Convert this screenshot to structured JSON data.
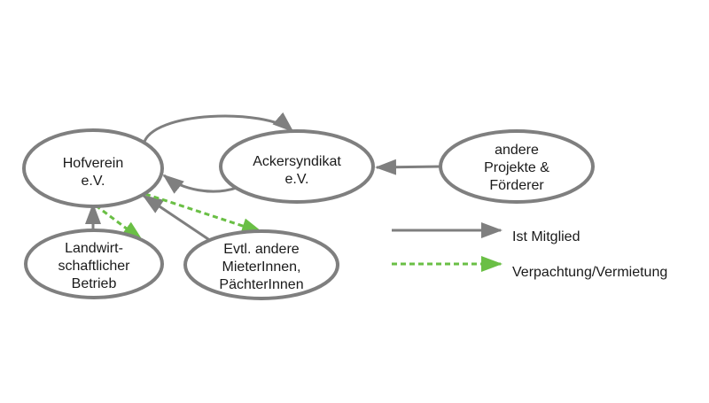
{
  "nodes": {
    "hofverein": {
      "lines": [
        "Hofverein",
        "e.V."
      ]
    },
    "ackersyndikat": {
      "lines": [
        "Ackersyndikat",
        "e.V."
      ]
    },
    "andere_projekte": {
      "lines": [
        "andere",
        "Projekte  &",
        "Förderer"
      ]
    },
    "landwirtschaftlicher_betrieb": {
      "lines": [
        "Landwirt-",
        "schaftlicher",
        "Betrieb"
      ]
    },
    "mieter_paechter": {
      "lines": [
        "Evtl. andere",
        "MieterInnen,",
        "PächterInnen"
      ]
    }
  },
  "legend": {
    "member": "Ist Mitglied",
    "lease": "Verpachtung/Vermietung"
  },
  "colors": {
    "node_stroke": "#7f7f7f",
    "member_edge": "#7f7f7f",
    "lease_edge": "#6abf45"
  }
}
